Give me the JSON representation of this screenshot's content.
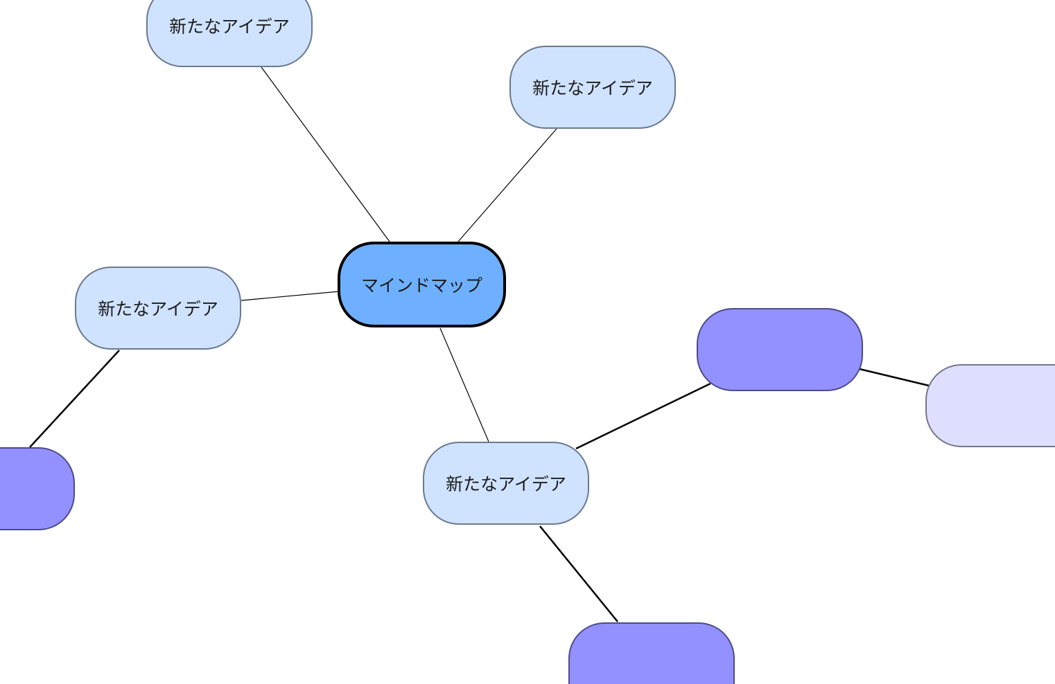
{
  "mindmap": {
    "root": {
      "label": "マインドマップ",
      "color": "#6eb0ff"
    },
    "ideas": [
      {
        "label": "新たなアイデア"
      },
      {
        "label": "新たなアイデア"
      },
      {
        "label": "新たなアイデア"
      },
      {
        "label": "新たなアイデア"
      }
    ],
    "colors": {
      "idea": "#cfe3ff",
      "subnode": "#9391ff",
      "subnode_light": "#dedfff"
    }
  }
}
